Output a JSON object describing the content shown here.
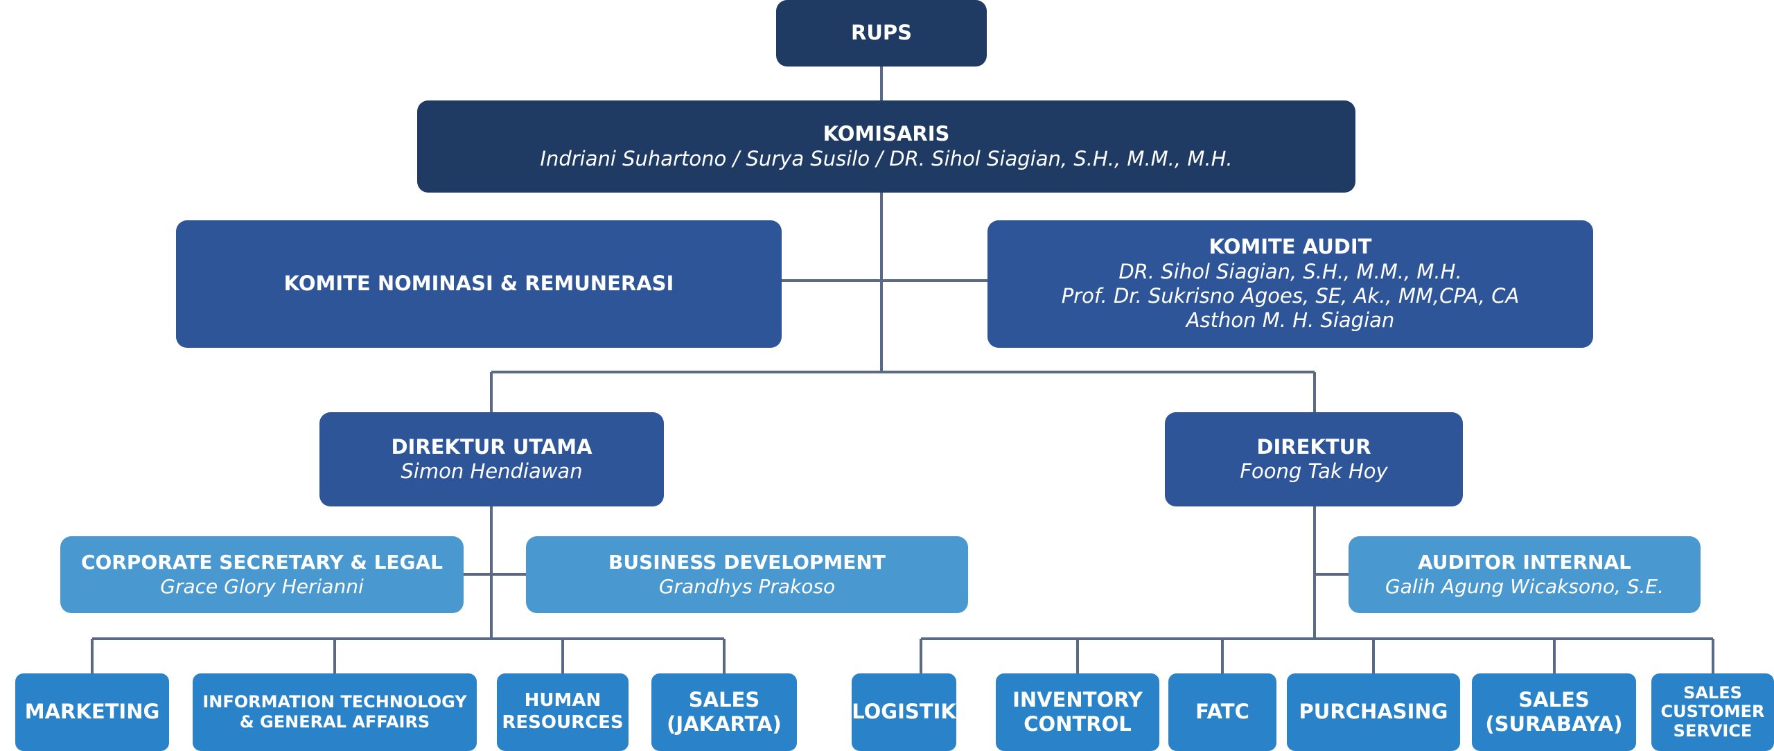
{
  "rups": {
    "title": "RUPS"
  },
  "komisaris": {
    "title": "KOMISARIS",
    "members": "Indriani Suhartono / Surya Susilo / DR. Sihol Siagian, S.H., M.M., M.H."
  },
  "komite_nominasi": {
    "title": "KOMITE NOMINASI & REMUNERASI"
  },
  "komite_audit": {
    "title": "KOMITE AUDIT",
    "members": [
      "DR. Sihol Siagian, S.H., M.M., M.H.",
      "Prof. Dr. Sukrisno Agoes, SE, Ak., MM,CPA, CA",
      "Asthon M. H. Siagian"
    ]
  },
  "direktur_utama": {
    "title": "DIREKTUR UTAMA",
    "name": "Simon Hendiawan"
  },
  "direktur": {
    "title": "DIREKTUR",
    "name": "Foong Tak Hoy"
  },
  "corp_sec": {
    "title": "CORPORATE SECRETARY & LEGAL",
    "name": "Grace Glory Herianni"
  },
  "bizdev": {
    "title": "BUSINESS DEVELOPMENT",
    "name": "Grandhys Prakoso"
  },
  "auditor_internal": {
    "title": "AUDITOR INTERNAL",
    "name": "Galih Agung Wicaksono, S.E."
  },
  "departments_left": [
    "MARKETING",
    "INFORMATION TECHNOLOGY\n& GENERAL AFFAIRS",
    "HUMAN\nRESOURCES",
    "SALES\n(JAKARTA)"
  ],
  "departments_right": [
    "LOGISTIK",
    "INVENTORY\nCONTROL",
    "FATC",
    "PURCHASING",
    "SALES\n(SURABAYA)",
    "SALES\nCUSTOMER\nSERVICE"
  ],
  "colors": {
    "dark": "#1f3a63",
    "mid": "#2e5598",
    "light": "#4a98d0",
    "bright": "#2a82c8",
    "connector": "#5a6a86"
  }
}
